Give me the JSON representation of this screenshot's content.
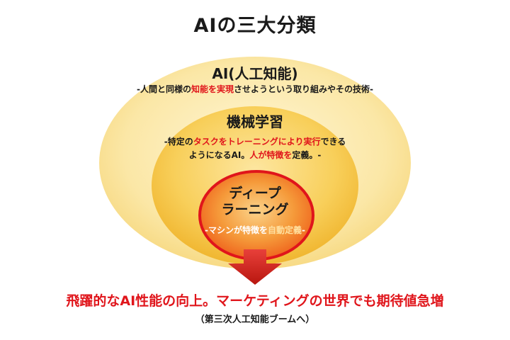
{
  "title": "AIの三大分類",
  "ai": {
    "heading": "AI(人工知能)",
    "desc_1": "-人間と同様の",
    "desc_2": "知能を実現",
    "desc_3": "させようという取り組みやその技術-"
  },
  "ml": {
    "heading": "機械学習",
    "line1_1": "-特定の",
    "line1_2": "タスクをトレーニングにより実行",
    "line1_3": "できる",
    "line2_1": "ようになるAI。",
    "line2_2": "人が特徴を",
    "line2_3": "定義。-"
  },
  "dl": {
    "heading_1": "ディープ",
    "heading_2": "ラーニング",
    "desc_1": "-マシンが特徴を",
    "desc_2": "自動定義",
    "desc_3": "-"
  },
  "result": {
    "main": "飛躍的なAI性能の向上。マーケティングの世界でも期待値急増",
    "sub": "（第三次人工知能ブームへ）"
  },
  "colors": {
    "outer_ellipse": "#fbe7a6",
    "middle_ellipse": "#f7c94e",
    "inner_ellipse": "#f06a1c",
    "inner_border": "#e0151b",
    "arrow": "#d5231b",
    "accent_text": "#e0151b"
  }
}
